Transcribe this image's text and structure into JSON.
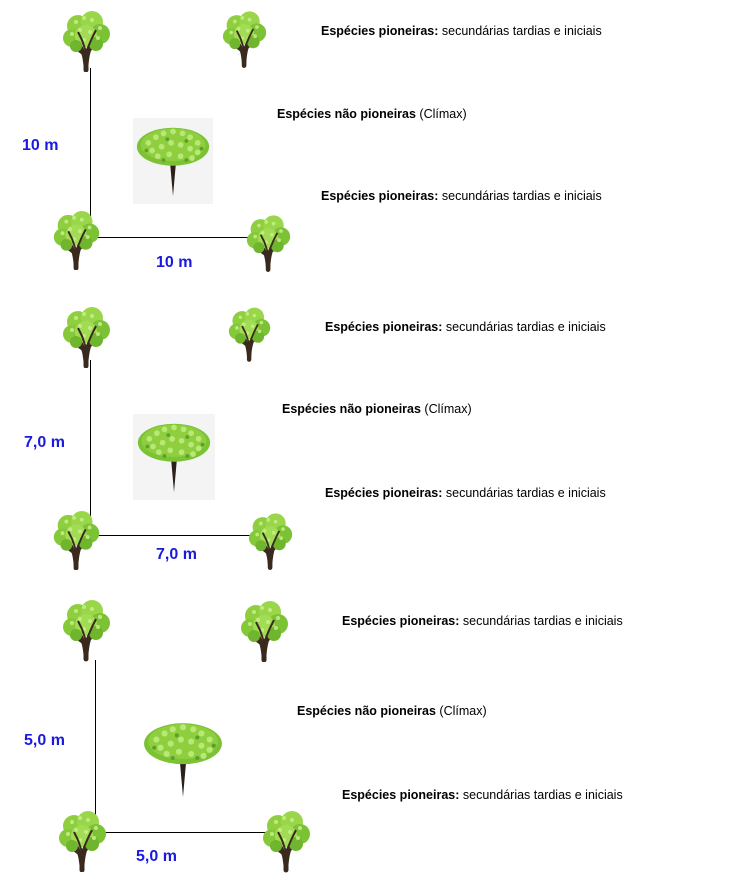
{
  "panels": [
    {
      "id": "10m",
      "vertical_label": "10 m",
      "horizontal_label": "10 m",
      "pioneer_top": {
        "bold": "Espécies pioneiras:",
        "rest": " secundárias tardias e iniciais"
      },
      "climax": {
        "bold": "Espécies não pioneiras",
        "rest": " (Clímax)"
      },
      "pioneer_bottom": {
        "bold": "Espécies pioneiras:",
        "rest": " secundárias tardias e iniciais"
      }
    },
    {
      "id": "7m",
      "vertical_label": "7,0 m",
      "horizontal_label": "7,0 m",
      "pioneer_top": {
        "bold": "Espécies pioneiras:",
        "rest": " secundárias tardias e iniciais"
      },
      "climax": {
        "bold": "Espécies não pioneiras",
        "rest": " (Clímax)"
      },
      "pioneer_bottom": {
        "bold": "Espécies pioneiras:",
        "rest": " secundárias tardias e iniciais"
      }
    },
    {
      "id": "5m",
      "vertical_label": "5,0 m",
      "horizontal_label": "5,0 m",
      "pioneer_top": {
        "bold": "Espécies pioneiras:",
        "rest": " secundárias tardias e iniciais"
      },
      "climax": {
        "bold": "Espécies não pioneiras",
        "rest": " (Clímax)"
      },
      "pioneer_bottom": {
        "bold": "Espécies pioneiras:",
        "rest": " secundárias tardias e iniciais"
      }
    }
  ],
  "colors": {
    "dimension": "#1a1adf",
    "foliage": "#8fcf3f",
    "foliage_dark": "#5aa02a",
    "trunk": "#3a2a1e"
  },
  "icons": {
    "pioneer_tree": "small-tree-icon",
    "climax_tree": "large-tree-icon"
  }
}
